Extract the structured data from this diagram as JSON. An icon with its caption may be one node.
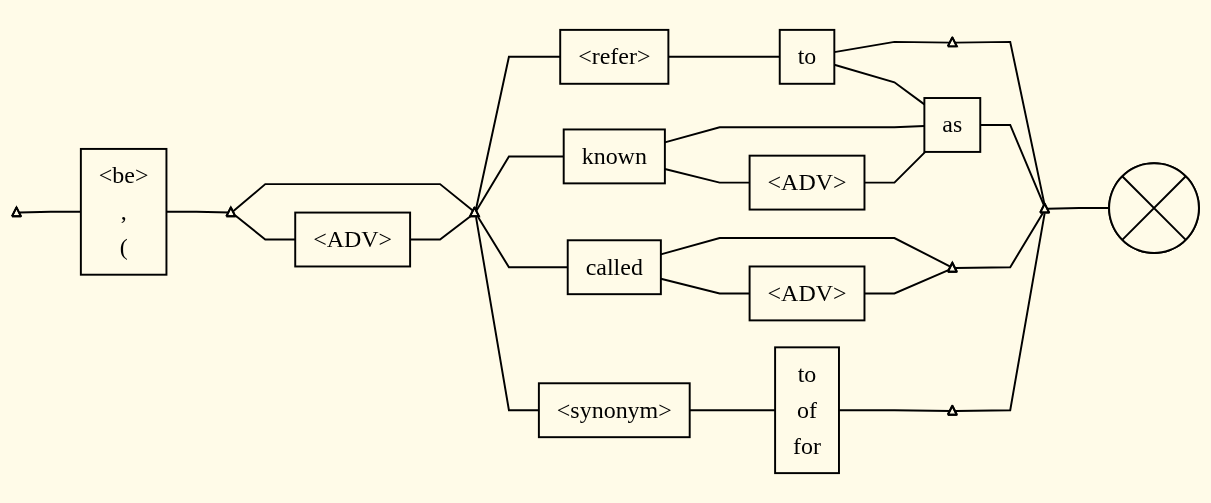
{
  "diagram": {
    "nodes": [
      {
        "text": [],
        "shape": "triangle"
      },
      {
        "text": [
          "<be>",
          ",",
          "("
        ]
      },
      {
        "text": [],
        "shape": "triangle"
      },
      {
        "text": [
          "<ADV>"
        ]
      },
      {
        "text": [],
        "shape": "triangle"
      },
      {
        "text": [
          "<refer>"
        ]
      },
      {
        "text": [
          "known"
        ]
      },
      {
        "text": [
          "called"
        ]
      },
      {
        "text": [
          "<synonym>"
        ]
      },
      {
        "text": [
          "to"
        ]
      },
      {
        "text": [
          "<ADV>"
        ]
      },
      {
        "text": [
          "<ADV>"
        ]
      },
      {
        "text": [
          "as"
        ]
      },
      {
        "text": [
          "to",
          "of",
          "for"
        ]
      },
      {
        "text": [],
        "shape": "triangle"
      },
      {
        "text": [],
        "shape": "triangle"
      },
      {
        "text": [],
        "shape": "triangle"
      },
      {
        "text": [],
        "shape": "triangle"
      },
      {
        "text": [],
        "shape": "circle"
      }
    ],
    "edges": [
      {
        "from": 0,
        "to": 1,
        "arrow": "none"
      },
      {
        "from": 1,
        "to": 2,
        "arrow": "none"
      },
      {
        "from": 2,
        "to": 3,
        "arrow": "none"
      },
      {
        "from": 2,
        "to": 4,
        "arrow": "none"
      },
      {
        "from": 3,
        "to": 4,
        "arrow": "none"
      },
      {
        "from": 4,
        "to": 5,
        "arrow": "none"
      },
      {
        "from": 4,
        "to": 6,
        "arrow": "none"
      },
      {
        "from": 4,
        "to": 7,
        "arrow": "none"
      },
      {
        "from": 4,
        "to": 8,
        "arrow": "none"
      },
      {
        "from": 5,
        "to": 9,
        "arrow": "none"
      },
      {
        "from": 9,
        "to": 14,
        "arrow": "none"
      },
      {
        "from": 9,
        "to": 12,
        "arrow": "none"
      },
      {
        "from": 6,
        "to": 12,
        "arrow": "none"
      },
      {
        "from": 6,
        "to": 10,
        "arrow": "none"
      },
      {
        "from": 10,
        "to": 12,
        "arrow": "none"
      },
      {
        "from": 7,
        "to": 11,
        "arrow": "none"
      },
      {
        "from": 7,
        "to": 15,
        "arrow": "none"
      },
      {
        "from": 11,
        "to": 15,
        "arrow": "none"
      },
      {
        "from": 8,
        "to": 13,
        "arrow": "none"
      },
      {
        "from": 13,
        "to": 16,
        "arrow": "none"
      },
      {
        "from": 14,
        "to": 17,
        "arrow": "none"
      },
      {
        "from": 12,
        "to": 17,
        "arrow": "none"
      },
      {
        "from": 15,
        "to": 17,
        "arrow": "none"
      },
      {
        "from": 16,
        "to": 17,
        "arrow": "none"
      },
      {
        "from": 17,
        "to": 18,
        "arrow": "none"
      }
    ]
  }
}
